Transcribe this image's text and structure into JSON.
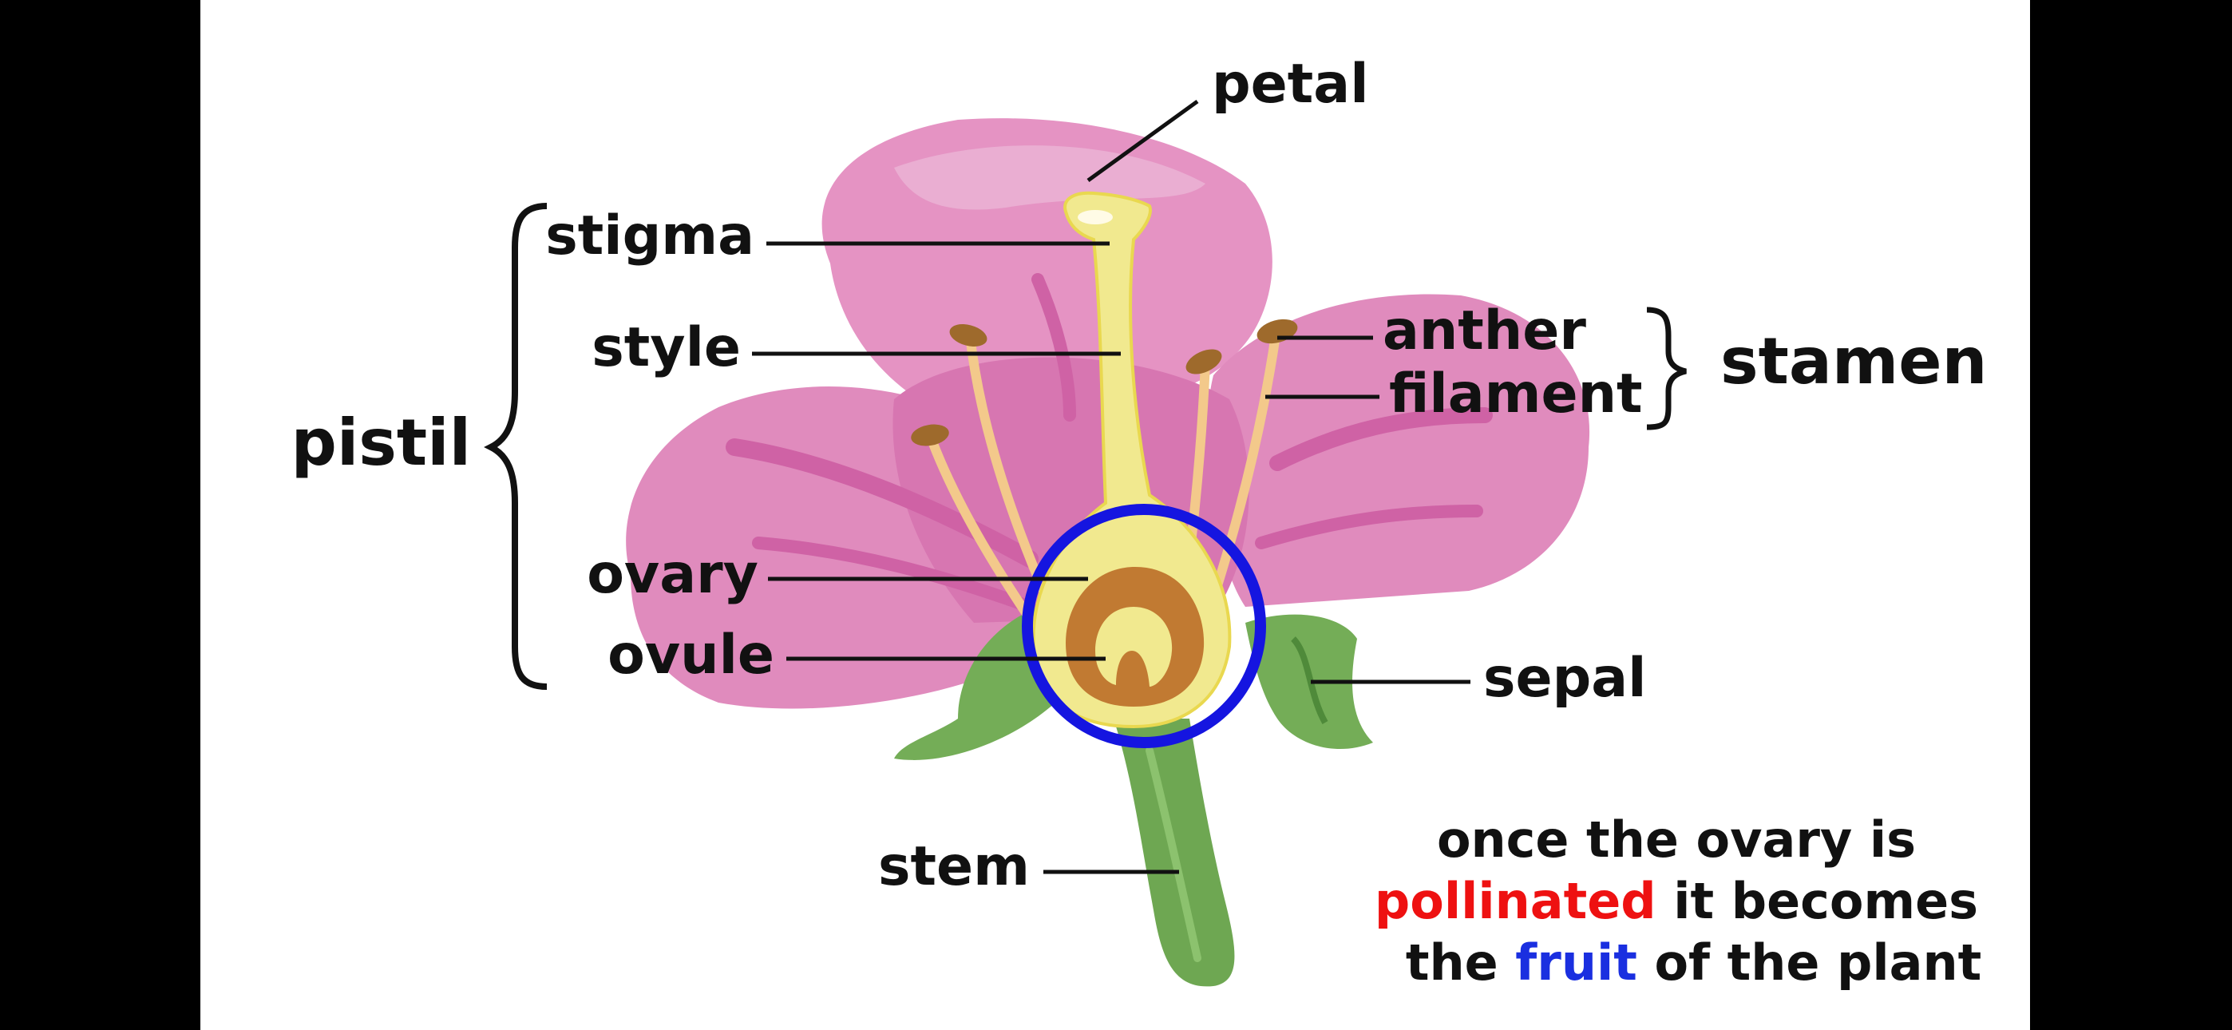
{
  "labels": {
    "petal": "petal",
    "stigma": "stigma",
    "style": "style",
    "pistil": "pistil",
    "anther": "anther",
    "filament": "filament",
    "stamen": "stamen",
    "ovary": "ovary",
    "ovule": "ovule",
    "sepal": "sepal",
    "stem": "stem"
  },
  "caption": {
    "line1": "once the ovary is",
    "line2_highlight": "pollinated",
    "line2_rest": " it becomes",
    "line3_start": "the ",
    "line3_highlight": "fruit",
    "line3_rest": " of the plant"
  },
  "colors": {
    "panel": "#ffffff",
    "letterbox": "#000000",
    "petal": "#e08bbd",
    "petal_light": "#eaaed2",
    "petal_dark": "#cf62a5",
    "pistil": "#f1e98f",
    "filament": "#f3c98b",
    "anther": "#9e6a2c",
    "ovule": "#c17a32",
    "sepal": "#74ad57",
    "stem": "#6ea752",
    "highlight_circle": "#1515e0",
    "pollinated": "#ee1111",
    "fruit": "#1a2fe0"
  }
}
